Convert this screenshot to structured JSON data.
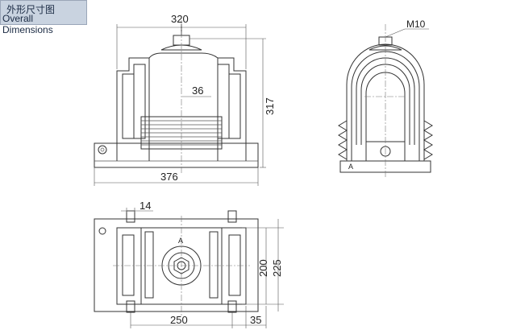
{
  "header": {
    "title_cn": "外形尺寸图",
    "title_en": "Overall Dimensions"
  },
  "front_view": {
    "dim_width_top": "320",
    "dim_height": "317",
    "dim_inner": "36",
    "dim_width_bottom": "376"
  },
  "side_view": {
    "thread_label": "M10",
    "terminal_mark": "A"
  },
  "top_view": {
    "dim_slot": "14",
    "terminal_mark": "A",
    "dim_200": "200",
    "dim_225": "225",
    "dim_250": "250",
    "dim_35": "35"
  },
  "colors": {
    "line": "#333333",
    "title_bg": "#c9d3e0"
  }
}
